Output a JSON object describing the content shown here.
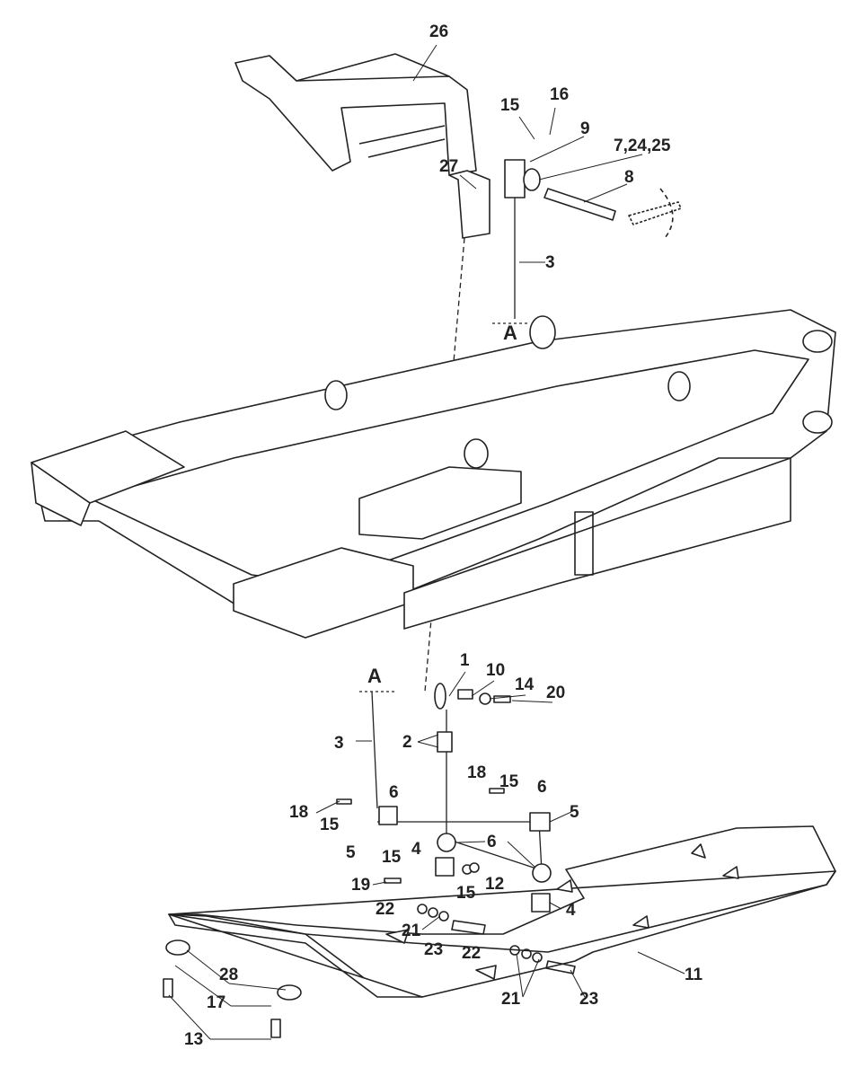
{
  "diagram": {
    "labels": [
      "26",
      "16",
      "15",
      "9",
      "7,24,25",
      "27",
      "8",
      "3",
      "A",
      "1",
      "10",
      "14",
      "20",
      "A",
      "3",
      "2",
      "18",
      "15",
      "6",
      "6",
      "5",
      "18",
      "15",
      "5",
      "6",
      "15",
      "4",
      "19",
      "12",
      "15",
      "22",
      "4",
      "21",
      "23",
      "22",
      "28",
      "11",
      "17",
      "21",
      "23",
      "13"
    ]
  }
}
